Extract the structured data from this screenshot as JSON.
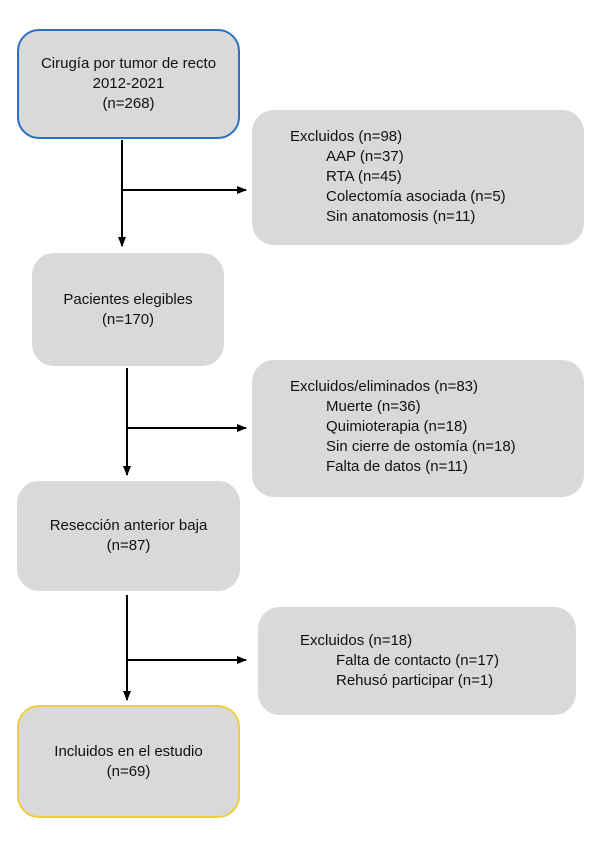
{
  "flow": {
    "start": {
      "lines": [
        "Cirugía por tumor de recto",
        "2012-2021",
        "(n=268)"
      ]
    },
    "excl1": {
      "title": "Excluidos (n=98)",
      "items": [
        "AAP (n=37)",
        "RTA (n=45)",
        "Colectomía asociada (n=5)",
        "Sin anatomosis (n=11)"
      ]
    },
    "eligible": {
      "lines": [
        "Pacientes elegibles",
        "(n=170)"
      ]
    },
    "excl2": {
      "title": "Excluidos/eliminados (n=83)",
      "items": [
        "Muerte (n=36)",
        "Quimioterapia (n=18)",
        "Sin cierre de ostomía (n=18)",
        "Falta de datos (n=11)"
      ]
    },
    "resection": {
      "lines": [
        "Resección anterior baja",
        "(n=87)"
      ]
    },
    "excl3": {
      "title": "Excluidos (n=18)",
      "items": [
        "Falta de contacto (n=17)",
        "Rehusó participar (n=1)"
      ]
    },
    "included": {
      "lines": [
        "Incluidos en el estudio",
        "(n=69)"
      ]
    }
  },
  "colors": {
    "box_fill": "#d9d9d9",
    "start_border": "#2d6fc4",
    "final_border": "#f0cd3c",
    "arrow": "#000000"
  }
}
